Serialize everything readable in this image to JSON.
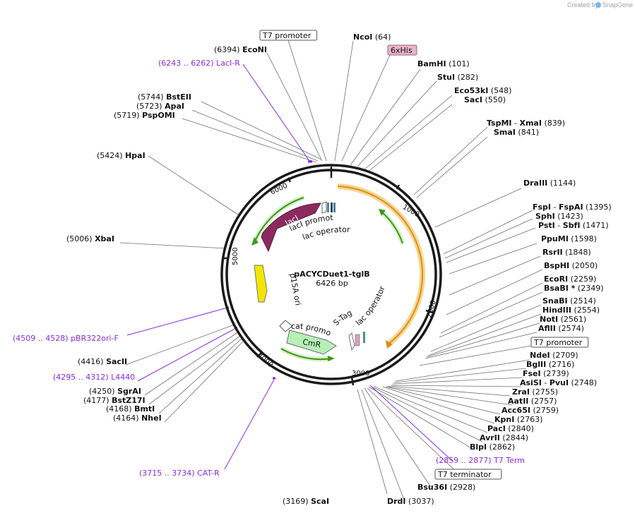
{
  "header": {
    "created_by": "Created by",
    "brand": "SnapGene"
  },
  "plasmid": {
    "name": "pACYCDuet1-tglB",
    "size": "6426 bp",
    "length": 6426
  },
  "ticks": [
    "1000",
    "2000",
    "3000",
    "4000",
    "5000",
    "6000"
  ],
  "features": {
    "lacI": "lacI",
    "lacI_promoter": "lacI promoter",
    "lac_operator_1": "lac operator",
    "p15A_ori": "p15A ori",
    "cat_promoter": "cat promoter",
    "CmR": "CmR",
    "S_Tag": "S-Tag",
    "lac_operator_2": "lac operator"
  },
  "colors": {
    "backbone": "#1a1a1a",
    "lacI": "#8b2a5e",
    "ori": "#f2e600",
    "CmR": "#b6f0b6",
    "orf_orange": "#d8901c",
    "orf_green": "#3a9a1a",
    "primer": "#8a2be2",
    "his_tag": "#e8b4c8"
  },
  "labels": [
    {
      "name": "T7 promoter",
      "pos": "",
      "box": true
    },
    {
      "name": "NcoI",
      "pos": "(64)"
    },
    {
      "name": "EcoNI",
      "pos": "(6394)"
    },
    {
      "name": "6xHis",
      "pos": "",
      "tag": true
    },
    {
      "name": "LacI-R",
      "pos": "(6243 .. 6262)",
      "primer": true
    },
    {
      "name": "BamHI",
      "pos": "(101)"
    },
    {
      "name": "StuI",
      "pos": "(282)"
    },
    {
      "name": "BstEII",
      "pos": "(5744)"
    },
    {
      "name": "ApaI",
      "pos": "(5723)"
    },
    {
      "name": "Eco53kI",
      "pos": "(548)"
    },
    {
      "name": "PspOMI",
      "pos": "(5719)"
    },
    {
      "name": "SacI",
      "pos": "(550)"
    },
    {
      "name": "TspMI",
      "pos": "(839)",
      "alt": "XmaI"
    },
    {
      "name": "SmaI",
      "pos": "(841)"
    },
    {
      "name": "HpaI",
      "pos": "(5424)"
    },
    {
      "name": "DraIII",
      "pos": "(1144)"
    },
    {
      "name": "FspI",
      "pos": "(1395)",
      "alt": "FspAI"
    },
    {
      "name": "SphI",
      "pos": "(1423)"
    },
    {
      "name": "PstI",
      "pos": "(1471)",
      "alt": "SbfI"
    },
    {
      "name": "XbaI",
      "pos": "(5006)"
    },
    {
      "name": "PpuMI",
      "pos": "(1598)"
    },
    {
      "name": "RsrII",
      "pos": "(1848)"
    },
    {
      "name": "BspHI",
      "pos": "(2050)"
    },
    {
      "name": "EcoRI",
      "pos": "(2259)"
    },
    {
      "name": "BsaBI *",
      "pos": "(2349)"
    },
    {
      "name": "SnaBI",
      "pos": "(2514)"
    },
    {
      "name": "HindIII",
      "pos": "(2554)"
    },
    {
      "name": "NotI",
      "pos": "(2561)"
    },
    {
      "name": "pBR322ori-F",
      "pos": "(4509 .. 4528)",
      "primer": true
    },
    {
      "name": "AflII",
      "pos": "(2574)"
    },
    {
      "name": "T7 promoter",
      "pos": "",
      "box": true
    },
    {
      "name": "SacII",
      "pos": "(4416)"
    },
    {
      "name": "NdeI",
      "pos": "(2709)"
    },
    {
      "name": "BglII",
      "pos": "(2716)"
    },
    {
      "name": "FseI",
      "pos": "(2739)"
    },
    {
      "name": "L4440",
      "pos": "(4295 .. 4312)",
      "primer": true
    },
    {
      "name": "AsiSI",
      "pos": "(2748)",
      "alt": "PvuI"
    },
    {
      "name": "SgrAI",
      "pos": "(4250)"
    },
    {
      "name": "ZraI",
      "pos": "(2755)"
    },
    {
      "name": "BstZ17I",
      "pos": "(4177)"
    },
    {
      "name": "AatII",
      "pos": "(2757)"
    },
    {
      "name": "BmtI",
      "pos": "(4168)"
    },
    {
      "name": "Acc65I",
      "pos": "(2759)"
    },
    {
      "name": "NheI",
      "pos": "(4164)"
    },
    {
      "name": "KpnI",
      "pos": "(2763)"
    },
    {
      "name": "PacI",
      "pos": "(2840)"
    },
    {
      "name": "AvrII",
      "pos": "(2844)"
    },
    {
      "name": "BlpI",
      "pos": "(2862)"
    },
    {
      "name": "T7 Term",
      "pos": "(2859 .. 2877)",
      "primer": true
    },
    {
      "name": "CAT-R",
      "pos": "(3715 .. 3734)",
      "primer": true
    },
    {
      "name": "T7 terminator",
      "pos": "",
      "box": true
    },
    {
      "name": "Bsu36I",
      "pos": "(2928)"
    },
    {
      "name": "ScaI",
      "pos": "(3169)"
    },
    {
      "name": "DrdI",
      "pos": "(3037)"
    }
  ]
}
